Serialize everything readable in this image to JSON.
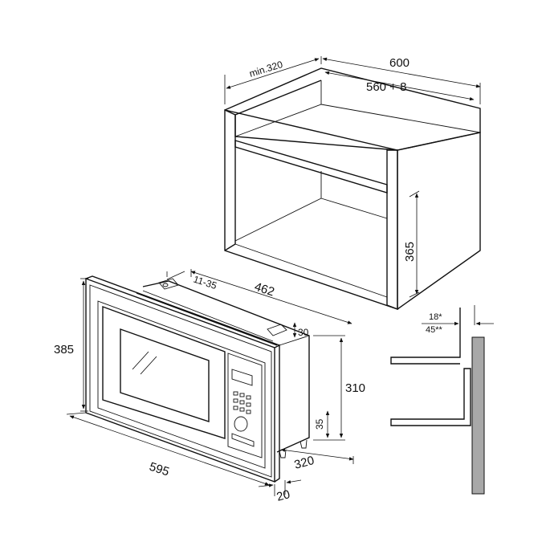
{
  "cabinet": {
    "depth_label": "min.320",
    "outer_width_label": "600",
    "inner_width_label": "560 + 8",
    "height_label": "365"
  },
  "oven": {
    "height_label": "385",
    "width_label": "595",
    "depth_label": "462",
    "screw_label": "11-35",
    "top_offset_label": "30",
    "body_height_label": "310",
    "foot_label": "35",
    "frame_depth_label": "320",
    "bezel_label": "20"
  },
  "side_detail": {
    "angle_top_label": "18*",
    "angle_bottom_label": "45**"
  }
}
